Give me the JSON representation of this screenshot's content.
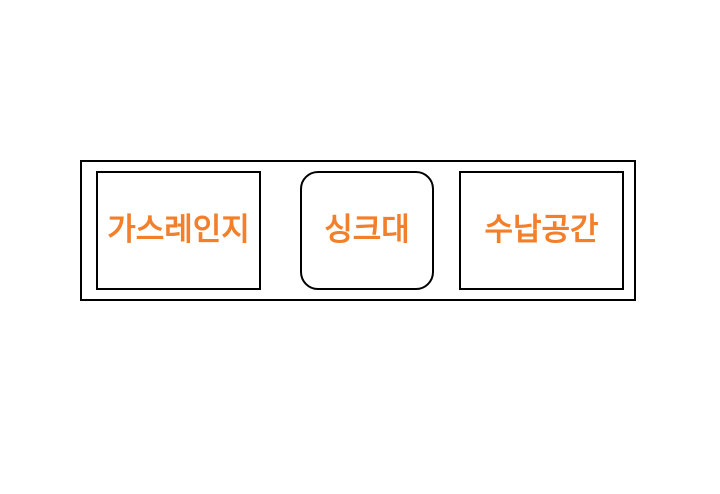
{
  "colors": {
    "label": "#f37f2b",
    "outline": "#000000",
    "background": "#ffffff"
  },
  "layout_items": [
    {
      "label": "가스레인지",
      "shape": "rectangle"
    },
    {
      "label": "싱크대",
      "shape": "rounded-rectangle"
    },
    {
      "label": "수납공간",
      "shape": "rectangle"
    }
  ]
}
